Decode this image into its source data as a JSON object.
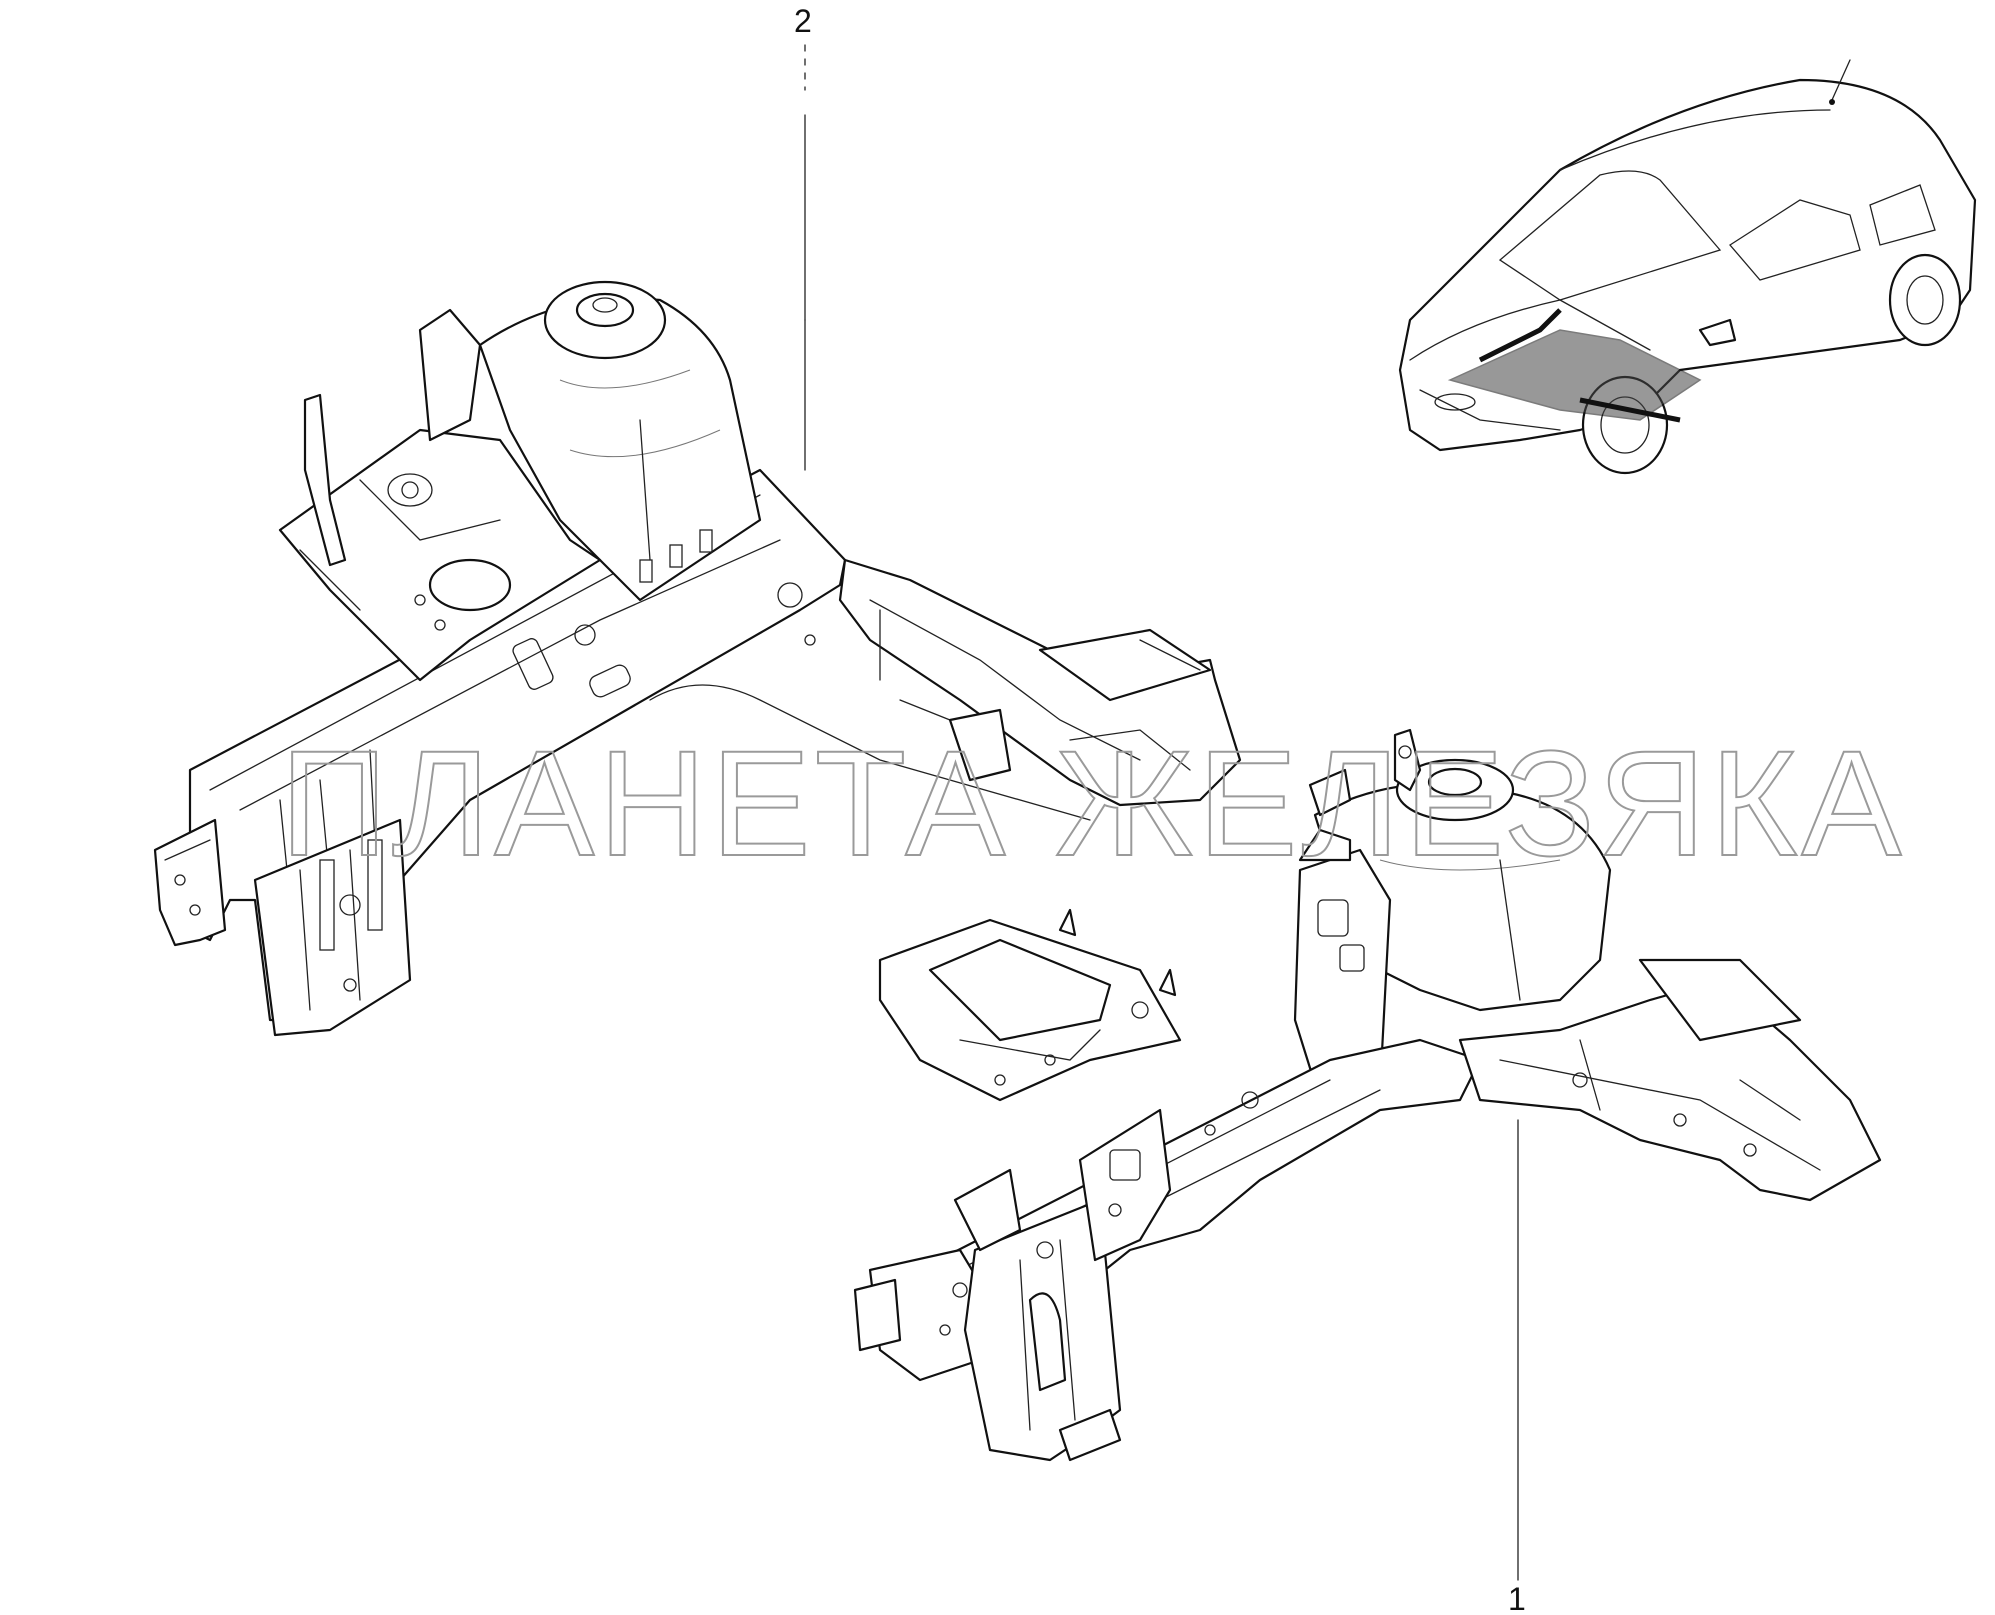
{
  "callouts": [
    {
      "id": "1",
      "label": "1"
    },
    {
      "id": "2",
      "label": "2"
    }
  ],
  "watermark": "ПЛАНЕТА ЖЕЛЕЗЯКА",
  "colors": {
    "line": "#111111",
    "watermark": "#9a9a9a",
    "background": "#ffffff"
  },
  "icons": {
    "vehicle_locator": "car-outline-icon"
  }
}
